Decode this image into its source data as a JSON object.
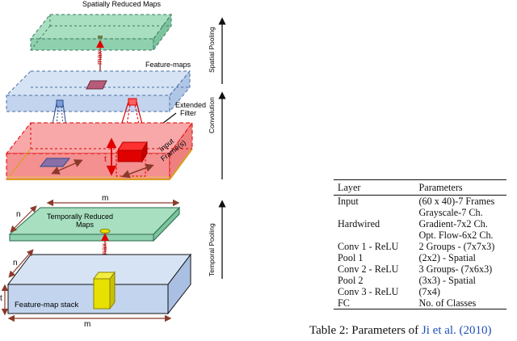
{
  "diagram": {
    "labels": {
      "spatially_reduced_maps": "Spatially Reduced Maps",
      "feature_maps": "Feature-maps",
      "extended_filter_line1": "Extended",
      "extended_filter_line2": "Filter",
      "input_frames_line1": "Input",
      "input_frames_line2": "Frame(s)",
      "temporally_reduced_maps_line1": "Temporally Reduced",
      "temporally_reduced_maps_line2": "Maps",
      "feature_map_stack": "Feature-map stack",
      "max_top": "max",
      "max_bottom": "max",
      "dim_m_top": "m",
      "dim_n_top": "n",
      "dim_n_stack": "n",
      "dim_m_bottom": "m",
      "dim_t_filter": "t",
      "dim_t_stack": "t",
      "spatial_pooling": "Spatial Pooling",
      "convolution": "Convolution",
      "temporal_pooling": "Temporal Pooling"
    },
    "colors": {
      "green_fill": "#a8dfc0",
      "blue_fill": "#d6e3f4",
      "red_fill": "#f8a8a8",
      "yellow_fill": "#e7e000",
      "filter_red": "#e00000",
      "arrow_brown": "#8b3a2a"
    }
  },
  "table": {
    "headers": [
      "Layer",
      "Parameters"
    ],
    "rows": [
      [
        "Input",
        "(60 x 40)-7 Frames"
      ],
      [
        "",
        "Grayscale-7 Ch."
      ],
      [
        "Hardwired",
        "Gradient-7x2 Ch."
      ],
      [
        "",
        "Opt. Flow-6x2 Ch."
      ],
      [
        "Conv 1 - ReLU",
        "2 Groups - (7x7x3)"
      ],
      [
        "Pool 1",
        "(2x2) - Spatial"
      ],
      [
        "Conv 2 - ReLU",
        "3 Groups- (7x6x3)"
      ],
      [
        "Pool 2",
        "(3x3) - Spatial"
      ],
      [
        "Conv 3 - ReLU",
        "(7x4)"
      ],
      [
        "FC",
        "No. of Classes"
      ]
    ]
  },
  "caption": {
    "prefix": "Table 2: Parameters of ",
    "citation": "Ji et al. (2010)"
  }
}
